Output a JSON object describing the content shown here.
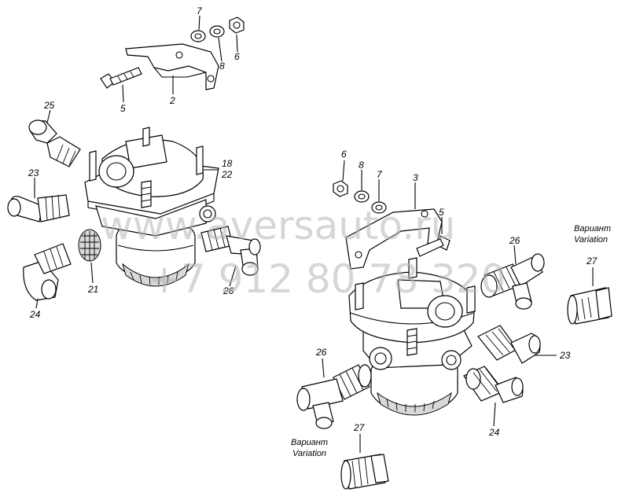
{
  "callouts": {
    "c7a": "7",
    "c8a": "8",
    "c6a": "6",
    "c5a": "5",
    "c2": "2",
    "c25": "25",
    "c18": "18",
    "c22": "22",
    "c23a": "23",
    "c21": "21",
    "c24a": "24",
    "c26a": "26",
    "c6b": "6",
    "c8b": "8",
    "c7b": "7",
    "c3": "3",
    "c5b": "5",
    "c26b": "26",
    "c27a": "27",
    "c23b": "23",
    "c26c": "26",
    "c24b": "24",
    "c27b": "27"
  },
  "variant_labels": {
    "a_ru": "Вариант",
    "a_en": "Variation",
    "b_ru": "Вариант",
    "b_en": "Variation"
  },
  "watermark": {
    "site": "www.aversauto.ru",
    "phone": "+7 912 80 78 320"
  }
}
